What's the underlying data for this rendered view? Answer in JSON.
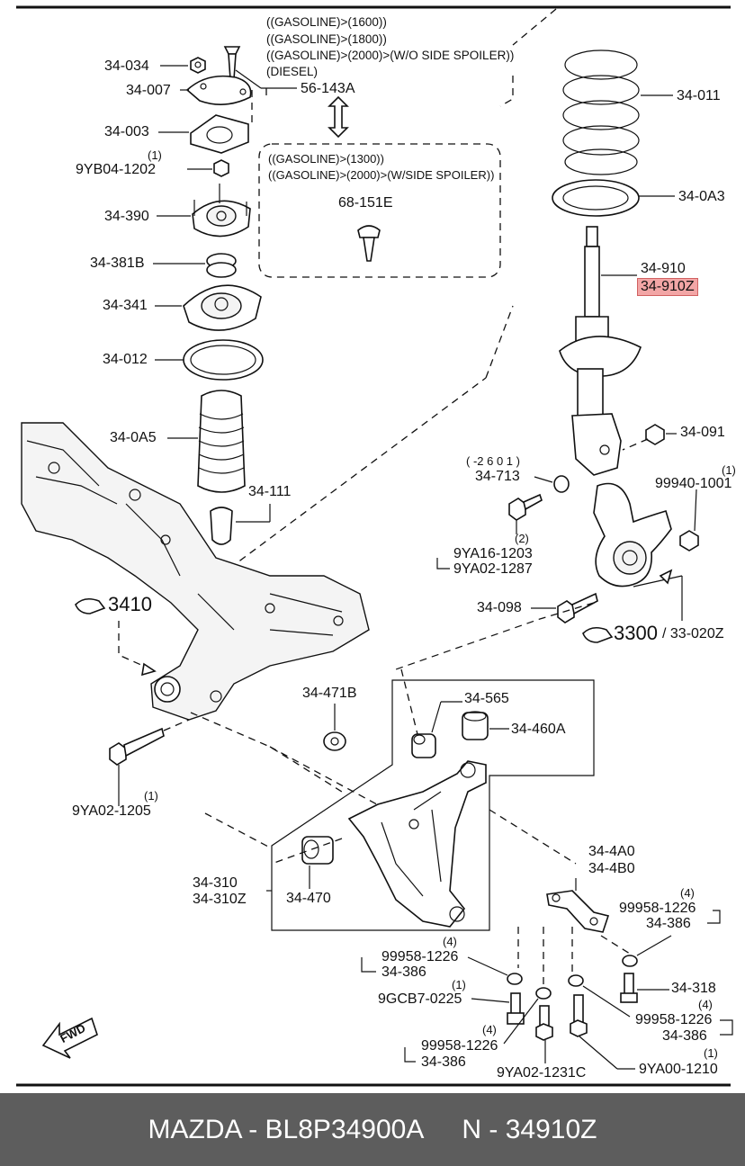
{
  "variant_notes": {
    "a": [
      "((GASOLINE)>(1600))",
      "((GASOLINE)>(1800))",
      "((GASOLINE)>(2000)>(W/O SIDE SPOILER))",
      "(DIESEL)"
    ],
    "b": [
      "((GASOLINE)>(1300))",
      "((GASOLINE)>(2000)>(W/SIDE SPOILER))"
    ]
  },
  "labels": {
    "p34_034": "34-034",
    "p34_007": "34-007",
    "p56_143a": "56-143A",
    "p34_003": "34-003",
    "qty_9yb04": "(1)",
    "p9yb04_1202": "9YB04-1202",
    "p34_390": "34-390",
    "p34_381b": "34-381B",
    "p68_151e": "68-151E",
    "p34_341": "34-341",
    "p34_012": "34-012",
    "p34_0a5": "34-0A5",
    "p34_111": "34-111",
    "p34_011": "34-011",
    "p34_0a3": "34-0A3",
    "p34_910": "34-910",
    "p34_910z": "34-910Z",
    "p34_091": "34-091",
    "range_2601": "( -2 6 0 1 )",
    "p34_713": "34-713",
    "qty_99940": "(1)",
    "p99940_1001": "99940-1001",
    "qty_9ya16": "(2)",
    "p9ya16_1203": "9YA16-1203",
    "p9ya02_1287": "9YA02-1287",
    "p34_098": "34-098",
    "ref3300": "3300",
    "ref33020z": "/ 33-020Z",
    "ref3410": "3410",
    "p34_471b": "34-471B",
    "p34_565": "34-565",
    "p34_460a": "34-460A",
    "qty_9ya02_1205": "(1)",
    "p9ya02_1205": "9YA02-1205",
    "p34_310": "34-310",
    "p34_310z": "34-310Z",
    "p34_470": "34-470",
    "p34_4a0": "34-4A0",
    "p34_4b0": "34-4B0",
    "qty_r1": "(4)",
    "p99958_r1": "99958-1226",
    "p34_386_r1": "34-386",
    "qty_l1": "(4)",
    "p99958_l1": "99958-1226",
    "p34_386_l1": "34-386",
    "qty_9gcb7": "(1)",
    "p9gcb7_0225": "9GCB7-0225",
    "p34_318": "34-318",
    "qty_r2": "(4)",
    "p99958_r2": "99958-1226",
    "p34_386_r2": "34-386",
    "qty_l2": "(4)",
    "p99958_l2": "99958-1226",
    "p34_386_l2": "34-386",
    "p9ya02_1231c": "9YA02-1231C",
    "qty_9ya00": "(1)",
    "p9ya00_1210": "9YA00-1210",
    "fwd": "FWD"
  },
  "footer": {
    "left": "MAZDA - BL8P34900A",
    "right": "N - 34910Z"
  },
  "colors": {
    "highlight": "#f2a6a6",
    "footer_bg": "#5d5d5d",
    "footer_text": "#ffffff"
  }
}
